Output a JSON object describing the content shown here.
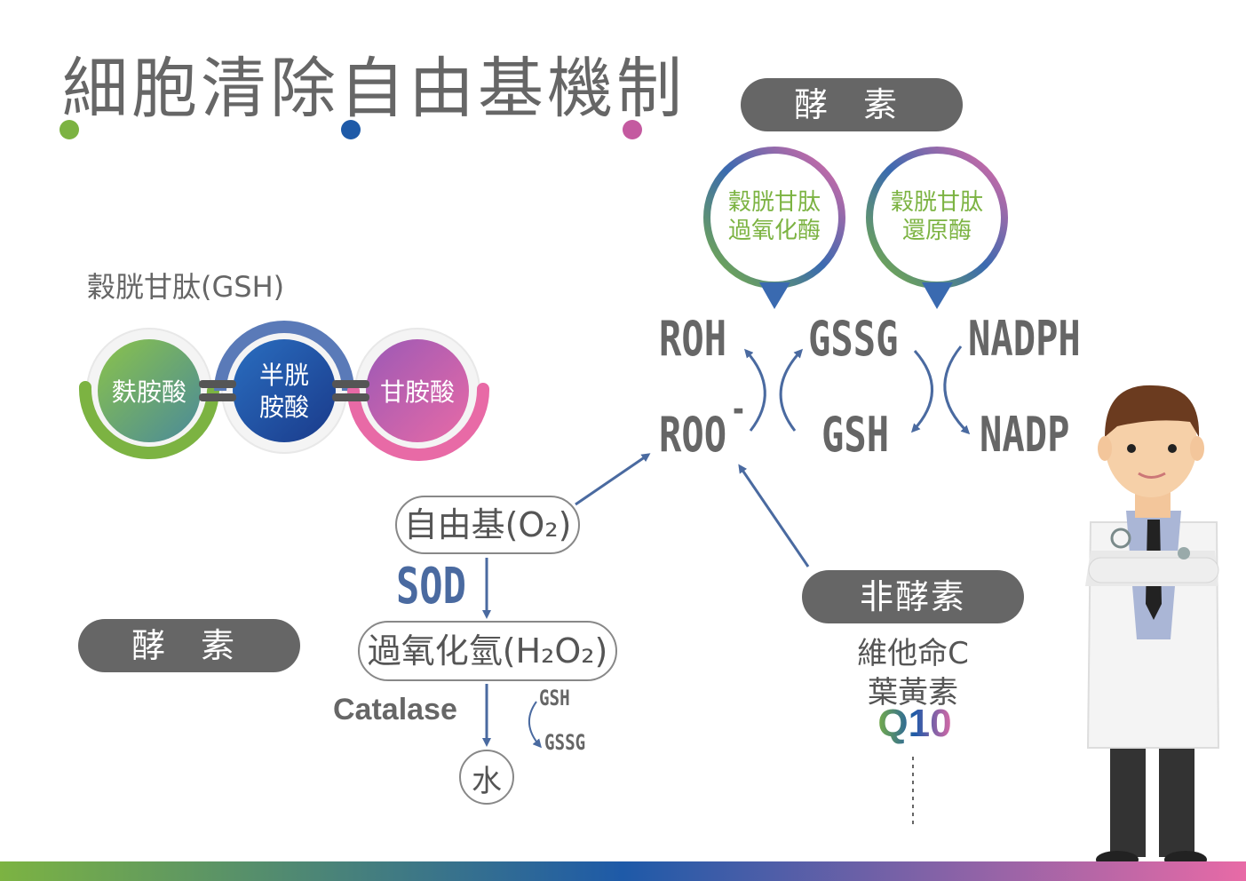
{
  "title": "細胞清除自由基機制",
  "gsh": {
    "label": "穀胱甘肽(GSH)",
    "aminos": [
      {
        "label": "麩胺酸"
      },
      {
        "label": "半胱\n胺酸"
      },
      {
        "label": "甘胺酸"
      }
    ]
  },
  "enzyme_top": {
    "label": "酵 素",
    "bubbles": [
      {
        "label": "穀胱甘肽\n過氧化酶"
      },
      {
        "label": "穀胱甘肽\n還原酶"
      }
    ]
  },
  "cycle": {
    "roh": "ROH",
    "roo": "ROO",
    "roo_superscript": "-",
    "gssg": "GSSG",
    "gsh": "GSH",
    "nadph": "NADPH",
    "nadp": "NADP"
  },
  "pathway": {
    "radical": "自由基(O₂)",
    "sod": "SOD",
    "peroxide": "過氧化氫(H₂O₂)",
    "catalase": "Catalase",
    "side_gsh": "GSH",
    "side_gssg": "GSSG",
    "water": "水"
  },
  "enzyme_left": {
    "label": "酵 素"
  },
  "non_enzyme": {
    "label": "非酵素",
    "items": [
      "維他命C",
      "葉黃素"
    ],
    "q10": "Q10"
  },
  "colors": {
    "green": "#7cb342",
    "blue": "#1e5aa8",
    "pink": "#e86aa6",
    "purple": "#9b59b6",
    "gray_pill": "#666666",
    "arrow": "#4a6aa0"
  }
}
